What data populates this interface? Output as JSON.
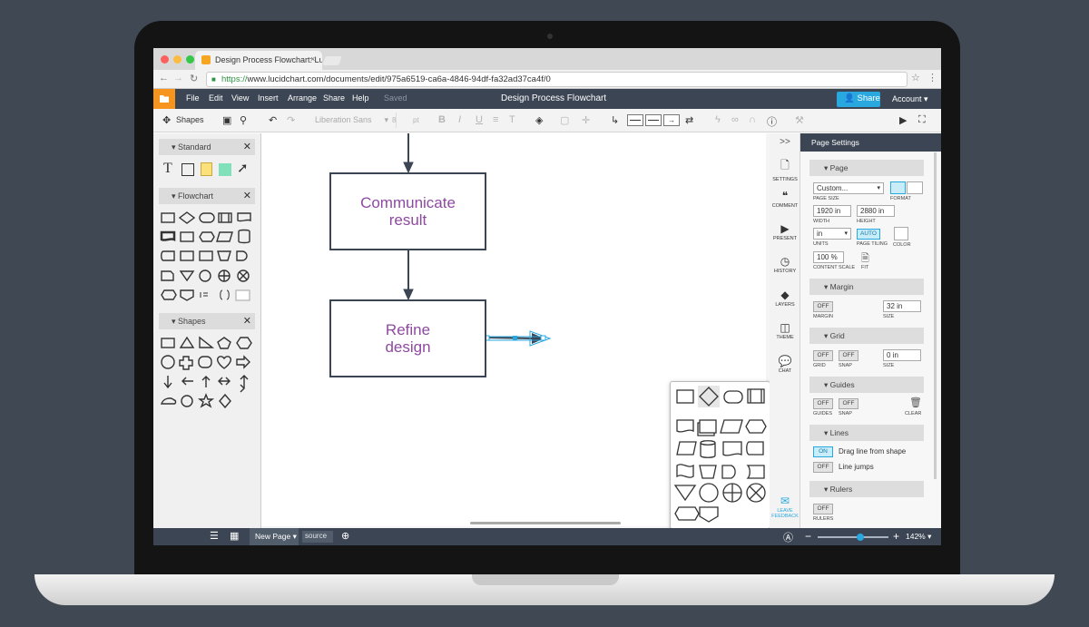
{
  "browser": {
    "tab_title": "Design Process Flowchart: Luc",
    "tab_close": "×",
    "url_scheme": "https://",
    "url_rest": "www.lucidchart.com/documents/edit/975a6519-ca6a-4846-94df-fa32ad37ca4f/0"
  },
  "app": {
    "menu": [
      "File",
      "Edit",
      "View",
      "Insert",
      "Arrange",
      "Share",
      "Help"
    ],
    "saved": "Saved",
    "doc_title": "Design Process Flowchart",
    "share_label": "Share",
    "account_label": "Account ▾"
  },
  "toolbar": {
    "shapes_label": "Shapes",
    "font": "Liberation Sans",
    "font_size": "8",
    "font_unit": "pt"
  },
  "library": {
    "sections": [
      {
        "title": "Standard"
      },
      {
        "title": "Flowchart"
      },
      {
        "title": "Shapes"
      }
    ]
  },
  "canvas": {
    "box1_line1": "Communicate",
    "box1_line2": "result",
    "box2_line1": "Refine",
    "box2_line2": "design"
  },
  "rail": {
    "items": [
      {
        "label": "SETTINGS"
      },
      {
        "label": "COMMENT"
      },
      {
        "label": "PRESENT"
      },
      {
        "label": "HISTORY"
      },
      {
        "label": "LAYERS"
      },
      {
        "label": "THEME"
      },
      {
        "label": "CHAT"
      }
    ],
    "feedback_line1": "LEAVE",
    "feedback_line2": "FEEDBACK"
  },
  "settings": {
    "header": "Page Settings",
    "page": {
      "title": "Page",
      "page_size_value": "Custom...",
      "page_size_label": "PAGE SIZE",
      "format_label": "FORMAT",
      "width_value": "1920 in",
      "width_label": "WIDTH",
      "height_value": "2880 in",
      "height_label": "HEIGHT",
      "units_value": "in",
      "units_label": "UNITS",
      "tiling_value": "AUTO",
      "tiling_label": "PAGE TILING",
      "color_label": "COLOR",
      "scale_value": "100 %",
      "scale_label": "CONTENT SCALE",
      "fit_label": "FIT"
    },
    "margin": {
      "title": "Margin",
      "toggle": "OFF",
      "toggle_label": "MARGIN",
      "size_value": "32 in",
      "size_label": "SIZE"
    },
    "grid": {
      "title": "Grid",
      "grid_toggle": "OFF",
      "grid_label": "GRID",
      "snap_toggle": "OFF",
      "snap_label": "SNAP",
      "size_value": "0 in",
      "size_label": "SIZE"
    },
    "guides": {
      "title": "Guides",
      "guides_toggle": "OFF",
      "guides_label": "GUIDES",
      "snap_toggle": "OFF",
      "snap_label": "SNAP",
      "clear_label": "CLEAR"
    },
    "lines": {
      "title": "Lines",
      "drag_toggle": "ON",
      "drag_label": "Drag line from shape",
      "jumps_toggle": "OFF",
      "jumps_label": "Line jumps"
    },
    "rulers": {
      "title": "Rulers",
      "toggle": "OFF",
      "toggle_label": "RULERS"
    }
  },
  "bottom": {
    "new_page": "New Page ▾",
    "source": "source",
    "zoom": "142% ▾"
  },
  "colors": {
    "accent": "#29a8e0",
    "header": "#3b4553",
    "logo": "#f7941e",
    "shape_text": "#8e4aa0"
  }
}
